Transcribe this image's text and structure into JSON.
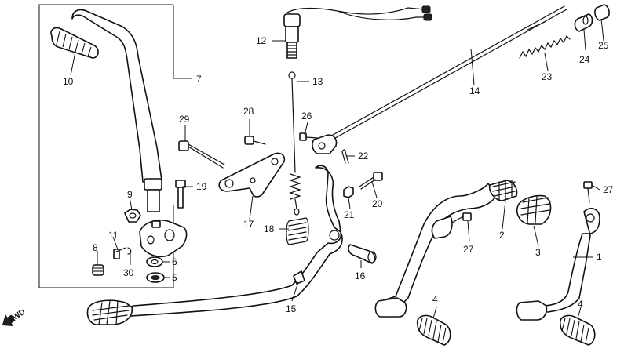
{
  "diagram": {
    "fwd_label": "FWD",
    "callouts": {
      "c1": "1",
      "c2": "2",
      "c3": "3",
      "c4a": "4",
      "c4b": "4",
      "c5": "5",
      "c6": "6",
      "c7": "7",
      "c8": "8",
      "c9": "9",
      "c10": "10",
      "c11": "11",
      "c12": "12",
      "c13": "13",
      "c14": "14",
      "c15": "15",
      "c16": "16",
      "c17": "17",
      "c18": "18",
      "c19": "19",
      "c20": "20",
      "c21": "21",
      "c22": "22",
      "c23": "23",
      "c24": "24",
      "c25": "25",
      "c26": "26",
      "c27a": "27",
      "c27b": "27",
      "c28": "28",
      "c29": "29",
      "c30": "30"
    }
  }
}
